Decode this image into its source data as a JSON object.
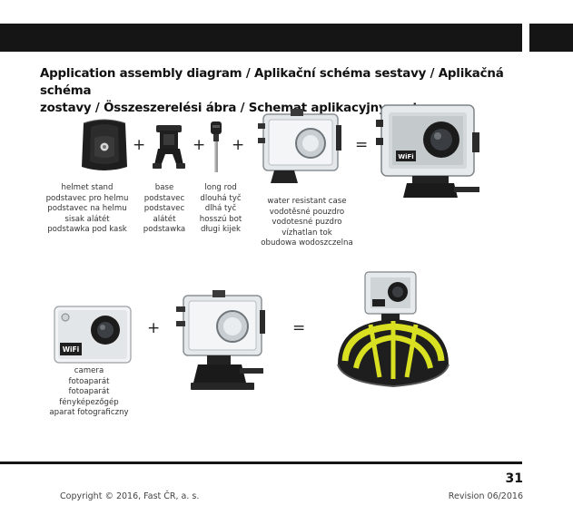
{
  "heading": {
    "line1": "Application assembly diagram / Aplikační schéma sestavy / Aplikačná schéma",
    "line2": "zostavy / Összeszerelési ábra / Schemat aplikacyjny zestawu:"
  },
  "operators": {
    "plus": "+",
    "equals": "="
  },
  "captions": {
    "helmet_stand": [
      "helmet stand",
      "podstavec pro helmu",
      "podstavec na helmu",
      "sisak alátét",
      "podstawka pod kask"
    ],
    "base": [
      "base",
      "podstavec",
      "podstavec",
      "alátét",
      "podstawka"
    ],
    "long_rod": [
      "long rod",
      "dlouhá tyč",
      "dlhá tyč",
      "hosszú bot",
      "długi kijek"
    ],
    "water_case": [
      "water resistant case",
      "vodotěsné pouzdro",
      "vodotesné puzdro",
      "vízhatlan tok",
      "obudowa wodoszczelna"
    ],
    "camera": [
      "camera",
      "fotoaparát",
      "fotoaparát",
      "fényképezőgép",
      "aparat fotograficzny"
    ]
  },
  "camera_badge": "WiFi",
  "footer": {
    "page_number": "31",
    "copyright": "Copyright © 2016, Fast ČR, a. s.",
    "revision": "Revision 06/2016"
  }
}
